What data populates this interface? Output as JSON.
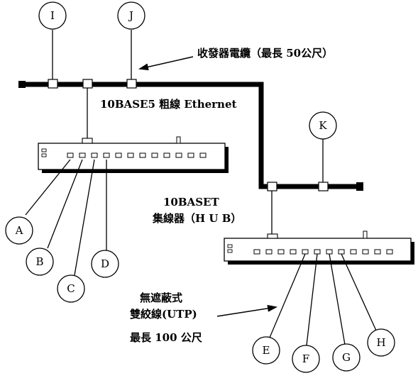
{
  "labels": {
    "cable": "收發器電纜（最長 50公尺）",
    "thicknet": "10BASE5 粗線 Ethernet",
    "hub_line1": "10BASET",
    "hub_line2": "集線器（H U B）",
    "utp_line1": "無遮蔽式",
    "utp_line2": "雙絞線(UTP)",
    "utp_line3": "最長 100 公尺"
  },
  "nodes": {
    "i": "I",
    "j": "J",
    "k": "K",
    "a": "A",
    "b": "B",
    "c": "C",
    "d": "D",
    "e": "E",
    "f": "F",
    "g": "G",
    "h": "H"
  },
  "colors": {
    "line": "#000000",
    "hub_shadow": "#000000",
    "hub_fill": "#ffffff"
  }
}
